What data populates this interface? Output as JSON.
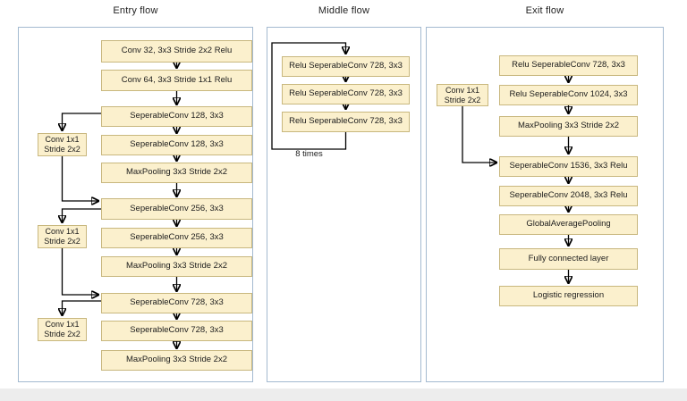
{
  "headers": {
    "entry": "Entry flow",
    "middle": "Middle flow",
    "exit": "Exit flow"
  },
  "colors": {
    "node_fill": "#fbf0cd",
    "node_border": "#c8b77e",
    "panel_border": "#a4bad0",
    "arrow": "#000000",
    "text": "#1d1d1d",
    "background": "#ffffff"
  },
  "entry": {
    "nodes": [
      "Conv 32, 3x3 Stride 2x2 Relu",
      "Conv 64, 3x3 Stride 1x1 Relu",
      "SeperableConv 128, 3x3",
      "SeperableConv 128, 3x3",
      "MaxPooling 3x3 Stride 2x2",
      "SeperableConv 256, 3x3",
      "SeperableConv 256, 3x3",
      "MaxPooling 3x3 Stride 2x2",
      "SeperableConv 728, 3x3",
      "SeperableConv 728, 3x3",
      "MaxPooling 3x3 Stride 2x2"
    ],
    "side_nodes": [
      {
        "line1": "Conv 1x1",
        "line2": "Stride 2x2"
      },
      {
        "line1": "Conv 1x1",
        "line2": "Stride 2x2"
      },
      {
        "line1": "Conv 1x1",
        "line2": "Stride 2x2"
      }
    ]
  },
  "middle": {
    "nodes": [
      "Relu SeperableConv 728, 3x3",
      "Relu SeperableConv 728, 3x3",
      "Relu SeperableConv 728, 3x3"
    ],
    "loop_label": "8 times"
  },
  "exit": {
    "nodes": [
      "Relu SeperableConv 728, 3x3",
      "Relu SeperableConv 1024, 3x3",
      "MaxPooling 3x3 Stride 2x2",
      "SeperableConv 1536, 3x3 Relu",
      "SeperableConv 2048, 3x3 Relu",
      "GlobalAveragePooling",
      "Fully connected layer",
      "Logistic regression"
    ],
    "side_node": {
      "line1": "Conv 1x1",
      "line2": "Stride 2x2"
    }
  }
}
